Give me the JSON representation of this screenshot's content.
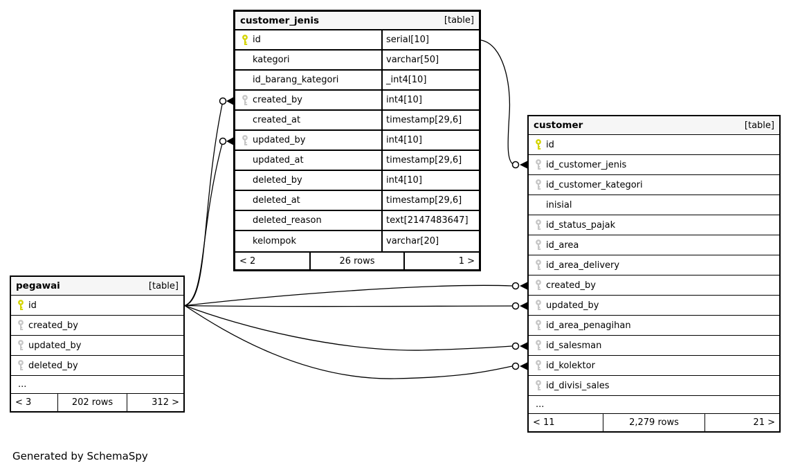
{
  "credit": "Generated by SchemaSpy",
  "colors": {
    "primary_key": "#d4d400",
    "foreign_key": "#c6c6c6",
    "header_bg": "#f6f6f6",
    "border": "#000000"
  },
  "tables": [
    {
      "id": "customer_jenis",
      "title": "customer_jenis",
      "badge": "[table]",
      "columns": [
        {
          "name": "id",
          "type": "serial[10]",
          "key": "primary"
        },
        {
          "name": "kategori",
          "type": "varchar[50]",
          "key": "none"
        },
        {
          "name": "id_barang_kategori",
          "type": "_int4[10]",
          "key": "none"
        },
        {
          "name": "created_by",
          "type": "int4[10]",
          "key": "foreign"
        },
        {
          "name": "created_at",
          "type": "timestamp[29,6]",
          "key": "none"
        },
        {
          "name": "updated_by",
          "type": "int4[10]",
          "key": "foreign"
        },
        {
          "name": "updated_at",
          "type": "timestamp[29,6]",
          "key": "none"
        },
        {
          "name": "deleted_by",
          "type": "int4[10]",
          "key": "none"
        },
        {
          "name": "deleted_at",
          "type": "timestamp[29,6]",
          "key": "none"
        },
        {
          "name": "deleted_reason",
          "type": "text[2147483647]",
          "key": "none"
        },
        {
          "name": "kelompok",
          "type": "varchar[20]",
          "key": "none"
        }
      ],
      "footer": {
        "left": "< 2",
        "center": "26 rows",
        "right": "1 >"
      }
    },
    {
      "id": "customer",
      "title": "customer",
      "badge": "[table]",
      "columns": [
        {
          "name": "id",
          "key": "primary"
        },
        {
          "name": "id_customer_jenis",
          "key": "foreign"
        },
        {
          "name": "id_customer_kategori",
          "key": "foreign"
        },
        {
          "name": "inisial",
          "key": "none"
        },
        {
          "name": "id_status_pajak",
          "key": "foreign"
        },
        {
          "name": "id_area",
          "key": "foreign"
        },
        {
          "name": "id_area_delivery",
          "key": "foreign"
        },
        {
          "name": "created_by",
          "key": "foreign"
        },
        {
          "name": "updated_by",
          "key": "foreign"
        },
        {
          "name": "id_area_penagihan",
          "key": "foreign"
        },
        {
          "name": "id_salesman",
          "key": "foreign"
        },
        {
          "name": "id_kolektor",
          "key": "foreign"
        },
        {
          "name": "id_divisi_sales",
          "key": "foreign"
        },
        {
          "name": "...",
          "key": "ellipsis"
        }
      ],
      "footer": {
        "left": "< 11",
        "center": "2,279 rows",
        "right": "21 >"
      }
    },
    {
      "id": "pegawai",
      "title": "pegawai",
      "badge": "[table]",
      "columns": [
        {
          "name": "id",
          "key": "primary"
        },
        {
          "name": "created_by",
          "key": "foreign"
        },
        {
          "name": "updated_by",
          "key": "foreign"
        },
        {
          "name": "deleted_by",
          "key": "foreign"
        },
        {
          "name": "...",
          "key": "ellipsis"
        }
      ],
      "footer": {
        "left": "< 3",
        "center": "202 rows",
        "right": "312 >"
      }
    }
  ],
  "relationships": [
    {
      "from": "pegawai.id",
      "to": "customer_jenis.created_by"
    },
    {
      "from": "pegawai.id",
      "to": "customer_jenis.updated_by"
    },
    {
      "from": "customer_jenis.id",
      "to": "customer.id_customer_jenis"
    },
    {
      "from": "pegawai.id",
      "to": "customer.created_by"
    },
    {
      "from": "pegawai.id",
      "to": "customer.updated_by"
    },
    {
      "from": "pegawai.id",
      "to": "customer.id_salesman"
    },
    {
      "from": "pegawai.id",
      "to": "customer.id_kolektor"
    }
  ]
}
